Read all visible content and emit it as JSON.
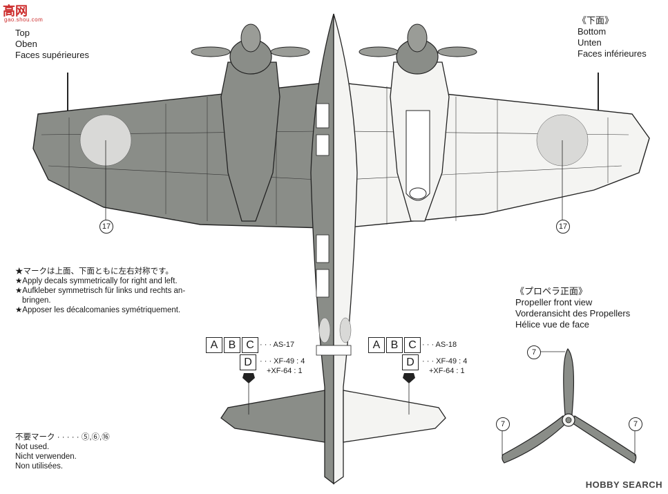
{
  "logo": {
    "main": "高网",
    "sub": "gao.shou.com"
  },
  "top_view": {
    "jp": "",
    "en": "Top",
    "de": "Oben",
    "fr": "Faces supérieures"
  },
  "bottom_view": {
    "jp": "《下面》",
    "en": "Bottom",
    "de": "Unten",
    "fr": "Faces inférieures"
  },
  "propeller_view": {
    "jp": "《プロペラ正面》",
    "en": "Propeller front view",
    "de": "Vorderansicht des Propellers",
    "fr": "Hélice vue de face"
  },
  "decal_numbers": {
    "insignia": "17",
    "prop_tip": "7"
  },
  "notes": {
    "jp": "★マークは上面、下面ともに左右対称です。",
    "en": "★Apply decals symmetrically for right and left.",
    "de1": "★Aufkleber symmetrisch für links und rechts an-",
    "de2": "bringen.",
    "fr": "★Apposer les décalcomanies symétriquement."
  },
  "paint_left": {
    "a": "A",
    "b": "B",
    "c": "C",
    "d": "D",
    "code1": "· · · AS-17",
    "code2": "· · · XF-49 : 4",
    "code3": "+XF-64 : 1"
  },
  "paint_right": {
    "a": "A",
    "b": "B",
    "c": "C",
    "d": "D",
    "code1": "· · · AS-18",
    "code2": "· · · XF-49 : 4",
    "code3": "+XF-64 : 1"
  },
  "unused": {
    "jp": "不要マーク · · · · ·",
    "nums": "⑤,⑥,⑯",
    "en": "Not used.",
    "de": "Nicht verwenden.",
    "fr": "Non utilisées."
  },
  "brand": "HOBBY SEARCH",
  "colors": {
    "dark_green": "#8a8d88",
    "light_grey": "#f4f4f2",
    "roundel": "#d9d9d7",
    "outline": "#222222"
  }
}
